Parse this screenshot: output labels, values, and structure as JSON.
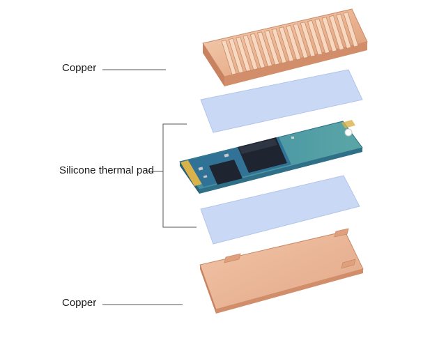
{
  "labels": {
    "copper_top": "Copper",
    "silicone_pad": "Silicone thermal pad",
    "copper_bottom": "Copper"
  },
  "colors": {
    "copper_light": "#f3c9ac",
    "copper_mid": "#e3a583",
    "copper_dark": "#c7825f",
    "thermal_pad": "#c9d8f4",
    "thermal_pad_edge": "#b3c5ea",
    "pcb_green": "#5aa3a8",
    "pcb_dark": "#2d6f86",
    "chip": "#1f2530",
    "gold": "#d9b24a",
    "leader_line": "#555555"
  }
}
